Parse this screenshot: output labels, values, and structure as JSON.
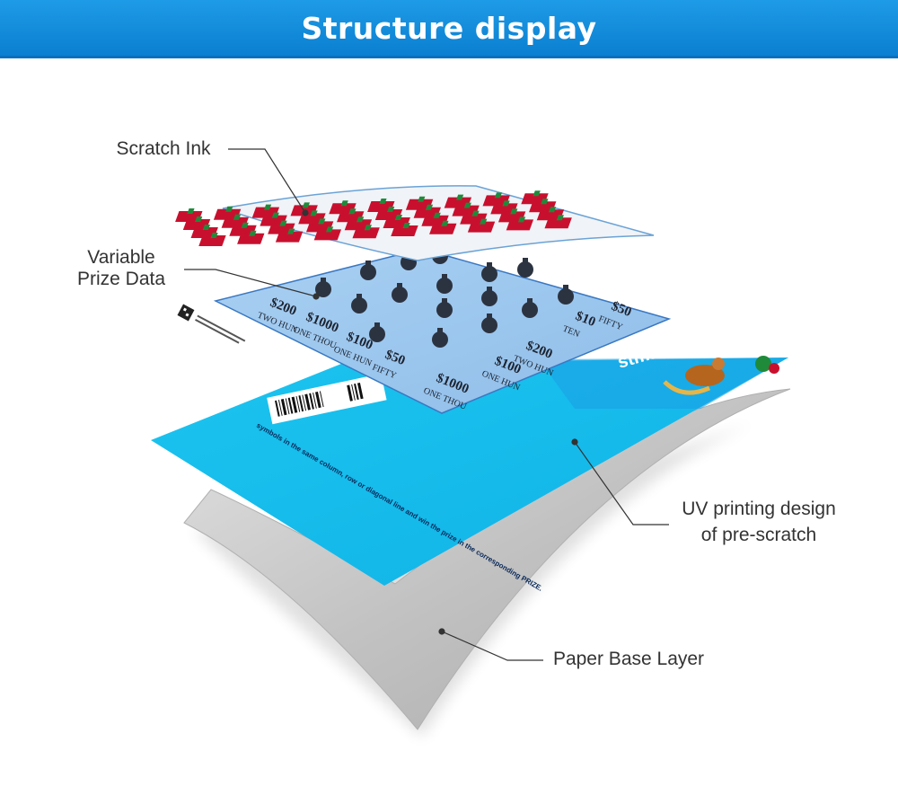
{
  "header": {
    "title": "Structure display"
  },
  "labels": {
    "scratch_ink": "Scratch Ink",
    "variable_prize_line1": "Variable",
    "variable_prize_line2": "Prize Data",
    "uv_line1": "UV printing design",
    "uv_line2": "of pre-scratch",
    "paper_base": "Paper Base Layer"
  },
  "prize_layer": {
    "prizes": [
      {
        "amount": "$200",
        "words": "TWO HUN"
      },
      {
        "amount": "$1000",
        "words": "ONE THOU"
      },
      {
        "amount": "$100",
        "words": "ONE HUN"
      },
      {
        "amount": "$50",
        "words": "FIFTY"
      },
      {
        "amount": "$1000",
        "words": "ONE THOU"
      },
      {
        "amount": "$100",
        "words": "ONE HUN"
      },
      {
        "amount": "$200",
        "words": "TWO HUN"
      },
      {
        "amount": "$10",
        "words": "TEN"
      },
      {
        "amount": "$50",
        "words": "FIFTY"
      }
    ]
  },
  "uv_layer": {
    "card_title": "stmas!",
    "instructions": "symbols in the same column, row or diagonal line and win the prize in the corresponding PRIZE."
  },
  "colors": {
    "header_blue": "#0b86d8",
    "card_cyan": "#12c3ee",
    "prize_blue": "#9ec8ef",
    "paper_gray": "#c4c4c4",
    "gift_red": "#c8102e",
    "gift_green": "#1f8a3a"
  },
  "icons": [
    "gift-icon",
    "bell-icon",
    "snowman-icon",
    "stocking-icon",
    "reindeer-icon",
    "candy-cane-icon"
  ]
}
